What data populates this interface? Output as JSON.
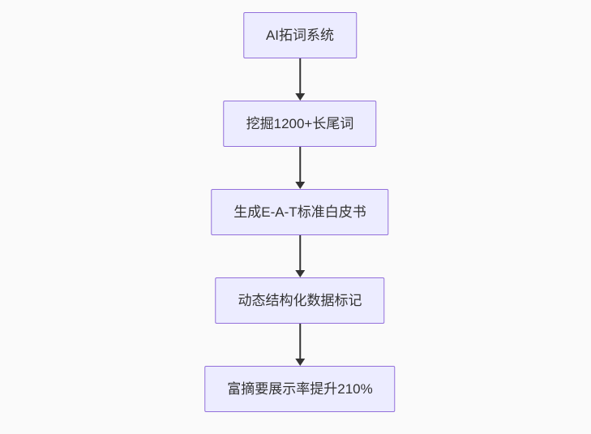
{
  "flowchart": {
    "direction": "top-down",
    "nodes": [
      {
        "label": "AI拓词系统"
      },
      {
        "label": "挖掘1200+长尾词"
      },
      {
        "label": "生成E-A-T标准白皮书"
      },
      {
        "label": "动态结构化数据标记"
      },
      {
        "label": "富摘要展示率提升210%"
      }
    ],
    "connections": [
      {
        "from": 0,
        "to": 1
      },
      {
        "from": 1,
        "to": 2
      },
      {
        "from": 2,
        "to": 3
      },
      {
        "from": 3,
        "to": 4
      }
    ],
    "colors": {
      "background": "#fafafa",
      "node_fill": "#ECECFF",
      "node_border": "#9370DB",
      "node_text": "#333333",
      "arrow": "#333333"
    }
  }
}
